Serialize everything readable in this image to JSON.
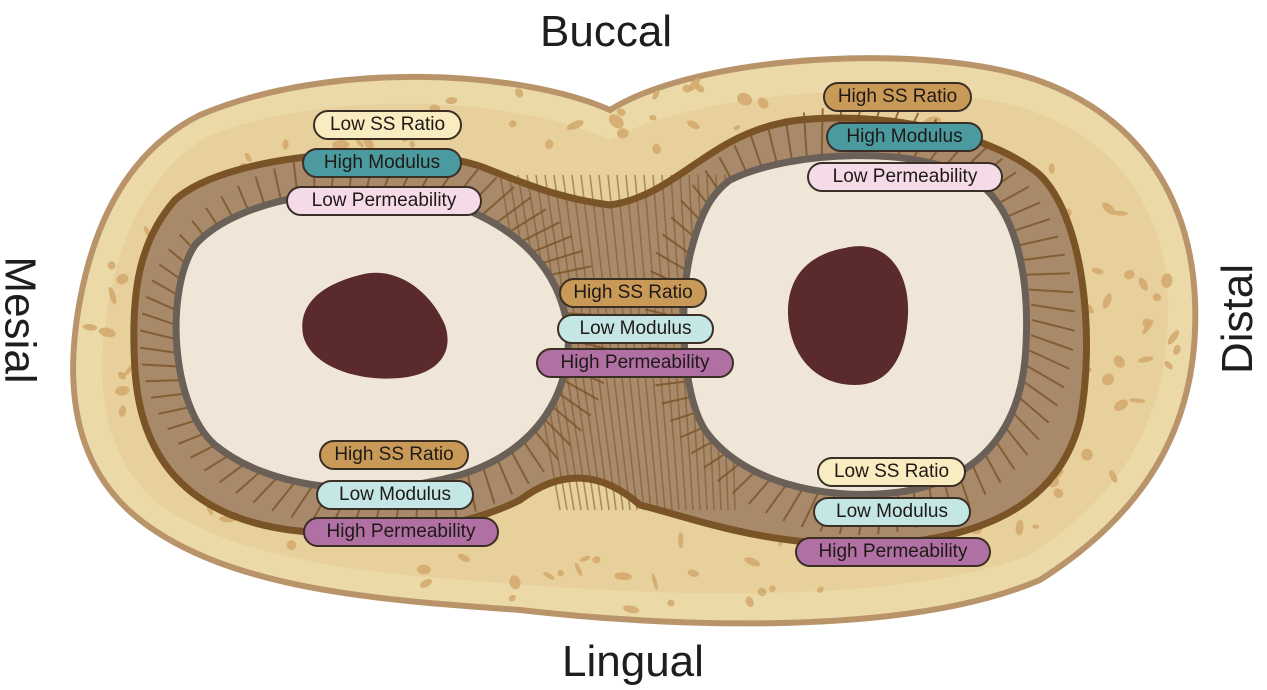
{
  "orientation": {
    "buccal": "Buccal",
    "lingual": "Lingual",
    "mesial": "Mesial",
    "distal": "Distal"
  },
  "labels": {
    "mesial_buccal": {
      "ss": "Low SS Ratio",
      "modulus": "High Modulus",
      "permeability": "Low Permeability"
    },
    "distal_buccal": {
      "ss": "High SS Ratio",
      "modulus": "High Modulus",
      "permeability": "Low Permeability"
    },
    "interradicular": {
      "ss": "High SS Ratio",
      "modulus": "Low Modulus",
      "permeability": "High Permeability"
    },
    "mesial_lingual": {
      "ss": "High SS Ratio",
      "modulus": "Low Modulus",
      "permeability": "High Permeability"
    },
    "distal_lingual": {
      "ss": "Low SS Ratio",
      "modulus": "Low Modulus",
      "permeability": "High Permeability"
    }
  },
  "colors": {
    "bone_outer": "#ecd9a8",
    "bone_rim": "#b9946a",
    "trabecular_spots": "#d2a76b",
    "ligament": "#a88a6b",
    "ligament_rim": "#7a5326",
    "root": "#f0e6d8",
    "pulp": "#5a2a2d",
    "ss_low": "#f8ecc0",
    "ss_high": "#c99a57",
    "modulus_high": "#4b9a9f",
    "modulus_low": "#c4e6e4",
    "permeability_low": "#f5dbe8",
    "permeability_high": "#b070a3"
  }
}
